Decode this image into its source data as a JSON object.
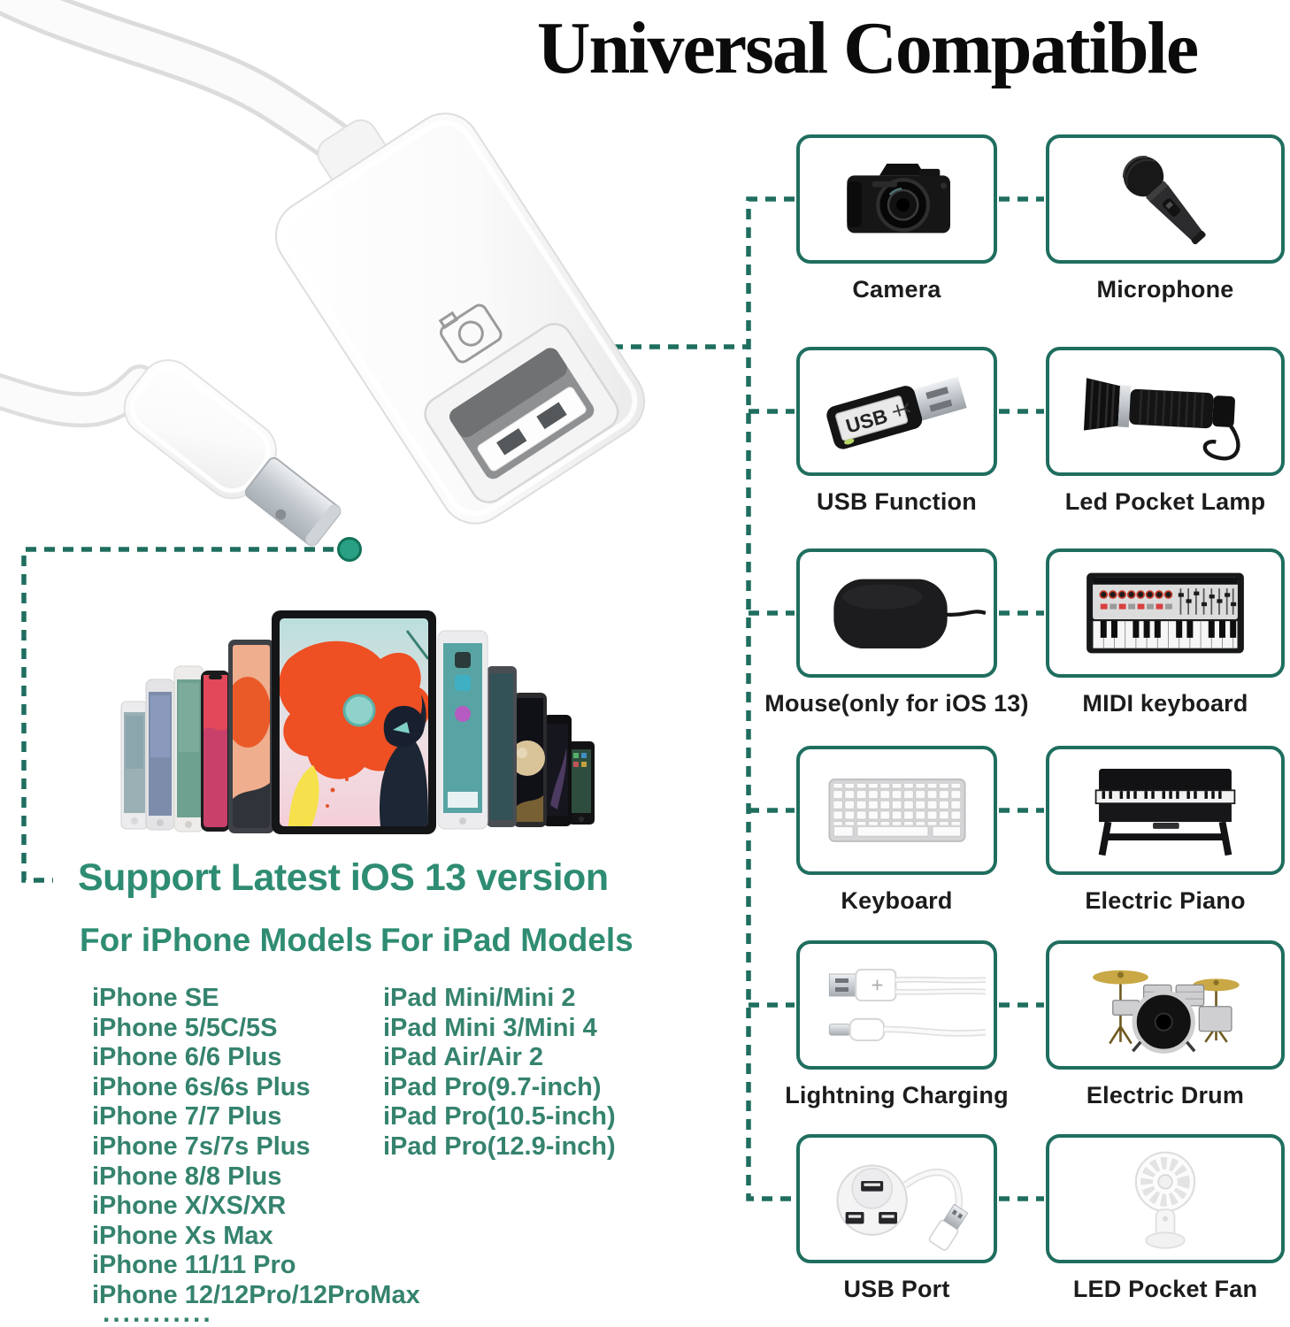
{
  "title": "Universal Compatible",
  "colors": {
    "accent_text": "#2e8c72",
    "list_text": "#35836e",
    "connector_line": "#1f6e5f",
    "connector_dot": "#29a084",
    "card_border": "#1f6e5f",
    "label_text": "#1c1c1c"
  },
  "compat": {
    "rows": [
      {
        "left": {
          "icon": "camera-icon",
          "label": "Camera"
        },
        "right": {
          "icon": "microphone-icon",
          "label": "Microphone"
        }
      },
      {
        "left": {
          "icon": "usb-drive-icon",
          "label": "USB Function",
          "usb_text": "USB"
        },
        "right": {
          "icon": "flashlight-icon",
          "label": "Led Pocket Lamp"
        }
      },
      {
        "left": {
          "icon": "mouse-icon",
          "label": "Mouse(only for iOS 13)"
        },
        "right": {
          "icon": "midi-keyboard-icon",
          "label": "MIDI keyboard"
        }
      },
      {
        "left": {
          "icon": "keyboard-icon",
          "label": "Keyboard"
        },
        "right": {
          "icon": "electric-piano-icon",
          "label": "Electric Piano"
        }
      },
      {
        "left": {
          "icon": "lightning-cable-icon",
          "label": "Lightning Charging"
        },
        "right": {
          "icon": "drum-kit-icon",
          "label": "Electric Drum"
        }
      },
      {
        "left": {
          "icon": "usb-hub-icon",
          "label": "USB Port"
        },
        "right": {
          "icon": "pocket-fan-icon",
          "label": "LED Pocket Fan"
        }
      }
    ]
  },
  "support": {
    "heading": "Support Latest iOS 13 version",
    "iphone_heading": "For iPhone Models",
    "ipad_heading": "For iPad Models",
    "iphone_models": [
      "iPhone SE",
      "iPhone 5/5C/5S",
      "iPhone 6/6 Plus",
      "iPhone 6s/6s Plus",
      "iPhone 7/7 Plus",
      "iPhone 7s/7s Plus",
      "iPhone 8/8 Plus",
      "iPhone X/XS/XR",
      "iPhone Xs Max",
      "iPhone 11/11 Pro",
      "iPhone 12/12Pro/12ProMax"
    ],
    "iphone_more": "...........",
    "ipad_models": [
      "iPad Mini/Mini 2",
      "iPad Mini 3/Mini 4",
      "iPad Air/Air 2",
      "iPad Pro(9.7-inch)",
      "iPad Pro(10.5-inch)",
      "iPad Pro(12.9-inch)"
    ]
  }
}
